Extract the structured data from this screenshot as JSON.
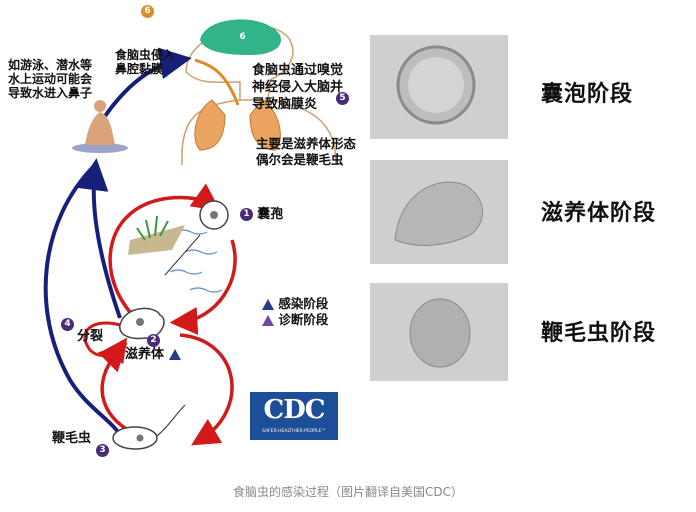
{
  "labels": {
    "step6_top": "食脑虫侵入\n鼻腔黏膜",
    "swim_note": "如游泳、潜水等\n水上运动可能会\n导致水进入鼻子",
    "brain_note": "食脑虫通过嗅觉\n神经侵入大脑并\n导致脑膜炎",
    "form_note": "主要是滋养体形态\n偶尔会是鞭毛虫",
    "cyst": "囊孢",
    "split": "分裂",
    "trophozoite": "滋养体",
    "flagellate": "鞭毛虫",
    "infect_stage": "感染阶段",
    "diag_stage": "诊断阶段"
  },
  "step_numbers": {
    "one": "1",
    "two": "2",
    "three": "3",
    "four": "4",
    "five": "5",
    "six": "6"
  },
  "stages": {
    "cyst_stage": "囊泡阶段",
    "tropho_stage": "滋养体阶段",
    "flag_stage": "鞭毛虫阶段"
  },
  "logo": {
    "text": "CDC",
    "tagline": "SAFER·HEALTHIER·PEOPLE™"
  },
  "caption": "食脑虫的感染过程（图片翻译自美国CDC）",
  "colors": {
    "red_arrow": "#d21a1a",
    "blue_arrow": "#16207a",
    "step_purple": "#4b2a7a"
  }
}
